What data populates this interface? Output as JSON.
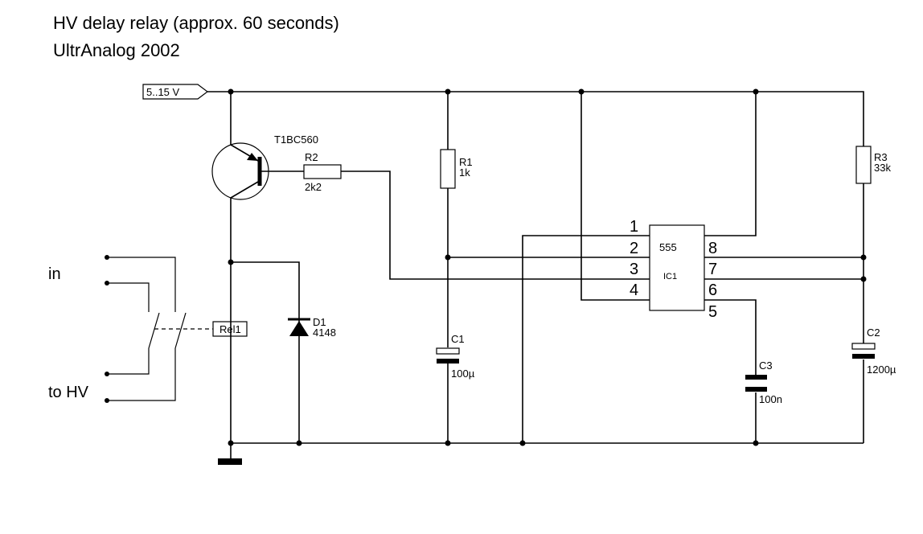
{
  "title": {
    "line1": "HV delay relay (approx. 60 seconds)",
    "line2": "UltrAnalog 2002"
  },
  "supply": {
    "label": "5..15 V"
  },
  "transistor": {
    "label": "T1BC560"
  },
  "r1": {
    "name": "R1",
    "value": "1k"
  },
  "r2": {
    "name": "R2",
    "value": "2k2"
  },
  "r3": {
    "name": "R3",
    "value": "33k"
  },
  "d1": {
    "name": "D1",
    "value": "4148"
  },
  "relay": {
    "label": "Rel1"
  },
  "c1": {
    "name": "C1",
    "value": "100µ"
  },
  "c2": {
    "name": "C2",
    "value": "1200µ"
  },
  "c3": {
    "name": "C3",
    "value": "100n"
  },
  "ic": {
    "type": "555",
    "name": "IC1",
    "pins": [
      "1",
      "2",
      "3",
      "4",
      "8",
      "7",
      "6",
      "5"
    ]
  },
  "terminals": {
    "in": "in",
    "to_hv": "to HV"
  }
}
